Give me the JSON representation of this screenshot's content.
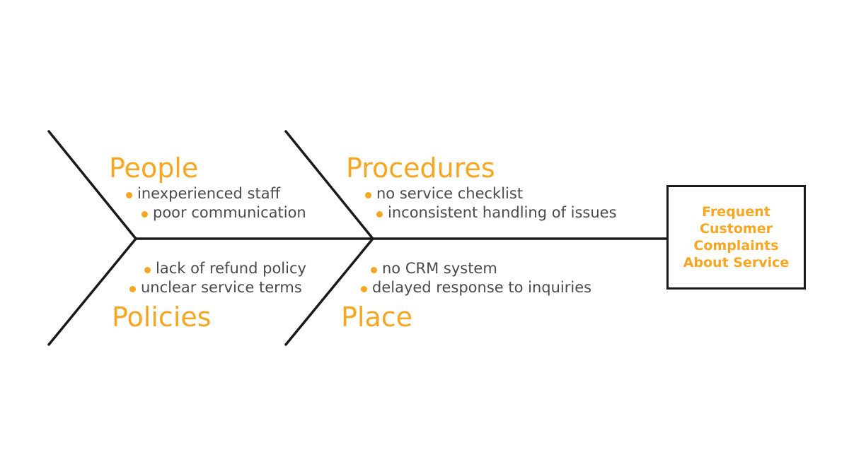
{
  "effect": "Frequent Customer Complaints About Service",
  "colors": {
    "accent": "#f5a623",
    "line": "#1a1a1a",
    "text": "#4a4a4a"
  },
  "categories": {
    "people": {
      "title": "People",
      "causes": [
        "inexperienced staff",
        "poor communication"
      ]
    },
    "procedures": {
      "title": "Procedures",
      "causes": [
        "no service checklist",
        "inconsistent handling of issues"
      ]
    },
    "policies": {
      "title": "Policies",
      "causes": [
        "lack of refund policy",
        "unclear service terms"
      ]
    },
    "place": {
      "title": "Place",
      "causes": [
        "no CRM system",
        "delayed response to inquiries"
      ]
    }
  }
}
